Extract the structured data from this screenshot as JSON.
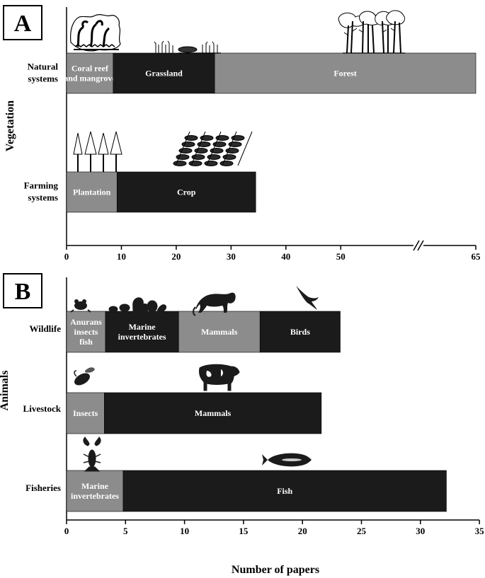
{
  "colors": {
    "light": "#8c8c8c",
    "dark": "#1b1b1b",
    "text": "#ffffff"
  },
  "xlabel": "Number of papers",
  "chart_data": [
    {
      "type": "bar",
      "stacked": true,
      "orientation": "horizontal",
      "panel": "A",
      "ylabel": "Vegetation",
      "xlim": [
        0,
        65
      ],
      "axis_break": [
        50,
        65
      ],
      "xticks": [
        "0",
        "10",
        "20",
        "30",
        "40",
        "50",
        "65"
      ],
      "categories": [
        {
          "name": "Natural systems",
          "lines": [
            "Natural",
            "systems"
          ],
          "segments": [
            {
              "label": "Coral reef and mangrove",
              "lines": [
                "Coral reef",
                "and mangrove"
              ],
              "value": 8.5,
              "color": "light",
              "icon": "coral-icon"
            },
            {
              "label": "Grassland",
              "lines": [
                "Grassland"
              ],
              "value": 18.5,
              "color": "dark",
              "icon": "grass-icon"
            },
            {
              "label": "Forest",
              "lines": [
                "Forest"
              ],
              "value": 38,
              "color": "light",
              "icon": "forest-icon"
            }
          ]
        },
        {
          "name": "Farming systems",
          "lines": [
            "Farming",
            "systems"
          ],
          "segments": [
            {
              "label": "Plantation",
              "lines": [
                "Plantation"
              ],
              "value": 9.2,
              "color": "light",
              "icon": "plantation-icon"
            },
            {
              "label": "Crop",
              "lines": [
                "Crop"
              ],
              "value": 25.3,
              "color": "dark",
              "icon": "crop-icon"
            }
          ]
        }
      ]
    },
    {
      "type": "bar",
      "stacked": true,
      "orientation": "horizontal",
      "panel": "B",
      "ylabel": "Animals",
      "xlim": [
        0,
        35
      ],
      "xticks": [
        "0",
        "5",
        "10",
        "15",
        "20",
        "25",
        "30",
        "35"
      ],
      "categories": [
        {
          "name": "Wildlife",
          "lines": [
            "Wildlife"
          ],
          "segments": [
            {
              "label": "Anurans insects fish",
              "lines": [
                "Anurans",
                "insects",
                "fish"
              ],
              "value": 3.3,
              "color": "light",
              "icon": "frog-icon"
            },
            {
              "label": "Marine invertebrates",
              "lines": [
                "Marine",
                "invertebrates"
              ],
              "value": 6.2,
              "color": "dark",
              "icon": "marine-invertebrates-icon"
            },
            {
              "label": "Mammals",
              "lines": [
                "Mammals"
              ],
              "value": 6.9,
              "color": "light",
              "icon": "cougar-icon"
            },
            {
              "label": "Birds",
              "lines": [
                "Birds"
              ],
              "value": 6.8,
              "color": "dark",
              "icon": "bird-icon"
            }
          ]
        },
        {
          "name": "Livestock",
          "lines": [
            "Livestock"
          ],
          "segments": [
            {
              "label": "Insects",
              "lines": [
                "Insects"
              ],
              "value": 3.2,
              "color": "light",
              "icon": "bee-icon"
            },
            {
              "label": "Mammals",
              "lines": [
                "Mammals"
              ],
              "value": 18.4,
              "color": "dark",
              "icon": "cow-icon"
            }
          ]
        },
        {
          "name": "Fisheries",
          "lines": [
            "Fisheries"
          ],
          "segments": [
            {
              "label": "Marine invertebrates",
              "lines": [
                "Marine",
                "invertebrates"
              ],
              "value": 4.8,
              "color": "light",
              "icon": "lobster-icon"
            },
            {
              "label": "Fish",
              "lines": [
                "Fish"
              ],
              "value": 27.4,
              "color": "dark",
              "icon": "fish-icon"
            }
          ]
        }
      ]
    }
  ]
}
